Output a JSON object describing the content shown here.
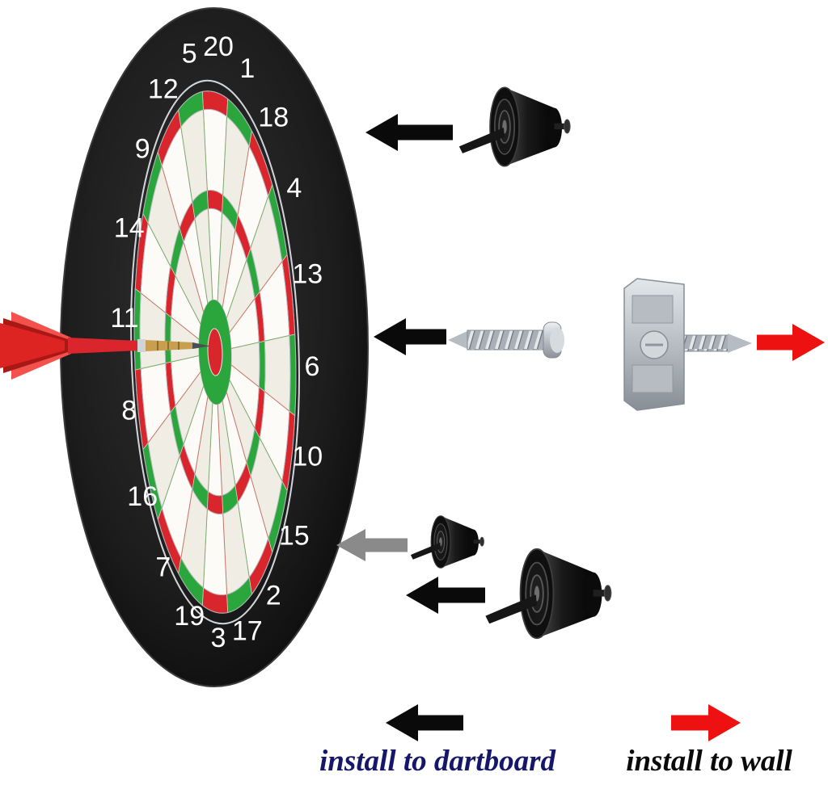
{
  "scene": {
    "background": "#ffffff"
  },
  "dartboard": {
    "numbers": [
      20,
      1,
      18,
      4,
      13,
      6,
      10,
      15,
      2,
      17,
      3,
      19,
      7,
      16,
      8,
      11,
      14,
      9,
      12,
      5
    ],
    "colors": {
      "board": "#1c1c1c",
      "ring_red": "#d8262c",
      "ring_green": "#2aa63c",
      "segment_light": "#fcfbf7",
      "segment_alt": "#efede4",
      "bull_outer": "#2aa63c",
      "bull_inner": "#d8262c",
      "number_color": "#ffffff",
      "wire": "#b3b8be"
    }
  },
  "dart": {
    "flight_color": "#dd2423",
    "flight_color_light": "#f4514d",
    "flight_color_dark": "#a81916",
    "shaft_color": "#d9252b",
    "collar_color": "#cfd4d8",
    "barrel_color": "#c79f4e",
    "tip_color": "#4a4f54"
  },
  "arrows": {
    "black": "#0a0a0a",
    "red": "#ee1111",
    "gray": "#8a8a8a"
  },
  "legend": {
    "dartboard_label": "install to dartboard",
    "wall_label": "install to wall",
    "dartboard_text_color": "#16166b",
    "wall_text_color": "#0a0a0a"
  }
}
